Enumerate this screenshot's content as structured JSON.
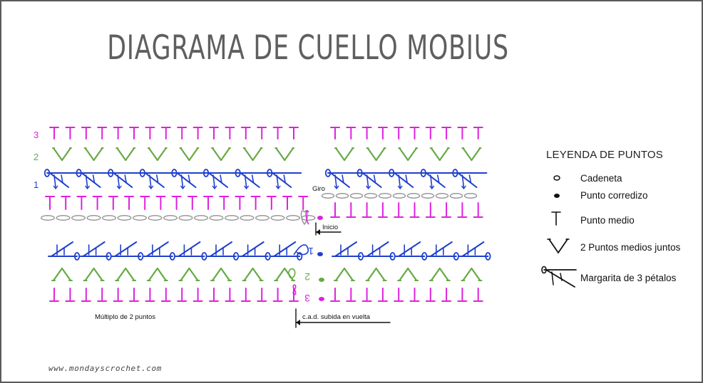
{
  "title": "DIAGRAMA DE CUELLO MOBIUS",
  "colors": {
    "magenta": "#dd22dd",
    "green": "#66aa44",
    "blue": "#1f3fcc",
    "gray": "#9a9a9a",
    "black": "#111111",
    "title": "#5f5f5f"
  },
  "row_labels": {
    "row1": "1",
    "row2": "2",
    "row3": "3"
  },
  "annotations": {
    "giro": "Giro",
    "inicio": "Inicio",
    "multiplo": "Múltiplo de 2 puntos",
    "cad_subida": "c.a.d. subida en vuelta"
  },
  "legend": {
    "title": "LEYENDA DE PUNTOS",
    "items": [
      {
        "icon": "chain-stitch-icon",
        "label": "Cadeneta"
      },
      {
        "icon": "slip-stitch-icon",
        "label": "Punto corredizo"
      },
      {
        "icon": "half-double-crochet-icon",
        "label": "Punto medio"
      },
      {
        "icon": "half-double-decrease-icon",
        "label": "2 Puntos medios juntos"
      },
      {
        "icon": "three-petal-daisy-icon",
        "label": "Margarita de 3 pétalos"
      }
    ]
  },
  "website": "www.mondayscrochet.com"
}
